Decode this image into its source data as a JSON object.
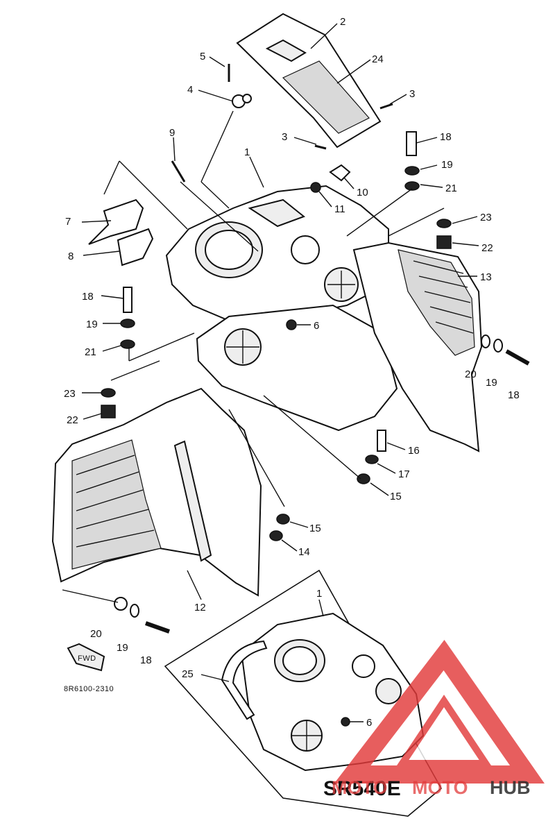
{
  "diagram": {
    "callouts": [
      {
        "id": "c2",
        "text": "2"
      },
      {
        "id": "c24",
        "text": "24"
      },
      {
        "id": "c3a",
        "text": "3"
      },
      {
        "id": "c3b",
        "text": "3"
      },
      {
        "id": "c5",
        "text": "5"
      },
      {
        "id": "c4",
        "text": "4"
      },
      {
        "id": "c9",
        "text": "9"
      },
      {
        "id": "c1a",
        "text": "1"
      },
      {
        "id": "c10",
        "text": "10"
      },
      {
        "id": "c11",
        "text": "11"
      },
      {
        "id": "c18a",
        "text": "18"
      },
      {
        "id": "c19a",
        "text": "19"
      },
      {
        "id": "c21a",
        "text": "21"
      },
      {
        "id": "c7",
        "text": "7"
      },
      {
        "id": "c8",
        "text": "8"
      },
      {
        "id": "c23a",
        "text": "23"
      },
      {
        "id": "c22a",
        "text": "22"
      },
      {
        "id": "c13",
        "text": "13"
      },
      {
        "id": "c18b",
        "text": "18"
      },
      {
        "id": "c19b",
        "text": "19"
      },
      {
        "id": "c21b",
        "text": "21"
      },
      {
        "id": "c6a",
        "text": "6"
      },
      {
        "id": "c23b",
        "text": "23"
      },
      {
        "id": "c22b",
        "text": "22"
      },
      {
        "id": "c20a",
        "text": "20"
      },
      {
        "id": "c19c",
        "text": "19"
      },
      {
        "id": "c18c",
        "text": "18"
      },
      {
        "id": "c16",
        "text": "16"
      },
      {
        "id": "c17",
        "text": "17"
      },
      {
        "id": "c15a",
        "text": "15"
      },
      {
        "id": "c15b",
        "text": "15"
      },
      {
        "id": "c14",
        "text": "14"
      },
      {
        "id": "c12",
        "text": "12"
      },
      {
        "id": "c20b",
        "text": "20"
      },
      {
        "id": "c19d",
        "text": "19"
      },
      {
        "id": "c18d",
        "text": "18"
      },
      {
        "id": "c1b",
        "text": "1"
      },
      {
        "id": "c25",
        "text": "25"
      },
      {
        "id": "c6b",
        "text": "6"
      }
    ],
    "fwd_label": "FWD",
    "diagram_code": "8R6100-2310",
    "model_label": "SR540E"
  },
  "watermark": {
    "text_part1": "MOTO",
    "text_part2": "MOTO",
    "text_part3": "HUB",
    "color_primary": "#e23b3b",
    "color_dark": "#2b2b2b"
  }
}
